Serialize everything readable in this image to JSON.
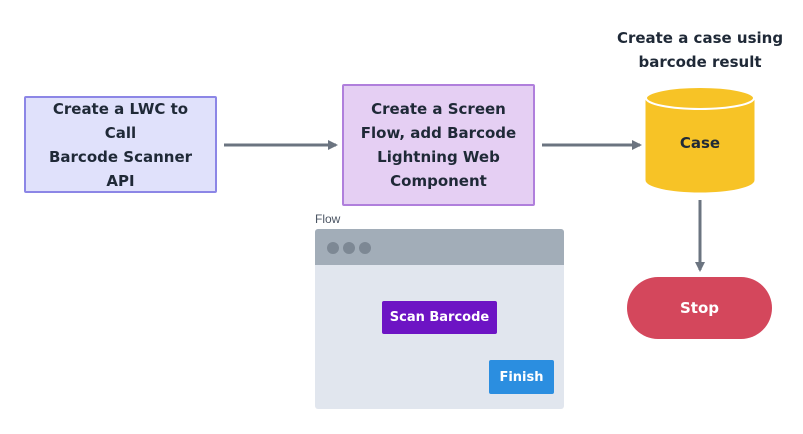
{
  "nodes": {
    "lwc": {
      "label": "Create a LWC to Call\nBarcode Scanner API"
    },
    "screen_flow": {
      "label": "Create a Screen\nFlow, add Barcode\nLightning Web\nComponent"
    },
    "case_caption": "Create a case using\nbarcode result",
    "case_db": {
      "label": "Case"
    },
    "stop": {
      "label": "Stop"
    }
  },
  "flow_preview": {
    "caption": "Flow",
    "scan_button": "Scan Barcode",
    "finish_button": "Finish"
  },
  "colors": {
    "lwc_fill": "#e0e1fb",
    "lwc_border": "#8c86e6",
    "screen_flow_fill": "#e5cff3",
    "screen_flow_border": "#b07fdc",
    "case_fill": "#f7c326",
    "stop_fill": "#d4475c",
    "connector": "#6b7480",
    "scan_button": "#6d14c4",
    "finish_button": "#2b8ee0"
  }
}
